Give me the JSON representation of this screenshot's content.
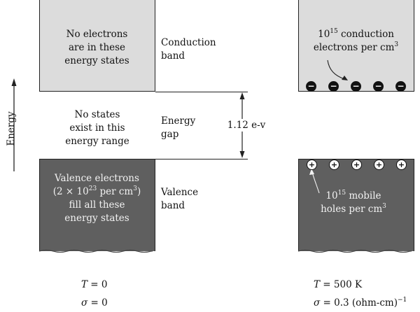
{
  "axis_label": "Energy",
  "left_top_box": {
    "line1": "No electrons",
    "line2": "are in these",
    "line3": "energy states"
  },
  "middle_text": {
    "line1": "No states",
    "line2": "exist in this",
    "line3": "energy range"
  },
  "left_bottom_box": {
    "line1": "Valence electrons",
    "line2_open": "(2 × 10",
    "line2_exp": "23",
    "line2_close": " per cm",
    "line2_exp2": "3",
    "line2_end": ")",
    "line3": "fill all these",
    "line4": "energy states"
  },
  "band_labels": {
    "conduction_1": "Conduction",
    "conduction_2": "band",
    "gap_1": "Energy",
    "gap_2": "gap",
    "valence_1": "Valence",
    "valence_2": "band"
  },
  "gap_value": "1.12 e-v",
  "right_top_box": {
    "line1_base": "10",
    "line1_exp": "15",
    "line1_rest": " conduction",
    "line2": "electrons per cm",
    "line2_exp": "3"
  },
  "right_bottom_box": {
    "line1_base": "10",
    "line1_exp": "15",
    "line1_rest": " mobile",
    "line2": "holes per cm",
    "line2_exp": "3"
  },
  "electron_symbol": "−",
  "hole_symbol": "+",
  "left_conditions": {
    "temp_var": "T",
    "temp_value": " = 0",
    "sigma_var": "σ",
    "sigma_value": " = 0"
  },
  "right_conditions": {
    "temp_var": "T",
    "temp_value": " = 500 K",
    "sigma_var": "σ",
    "sigma_value": " = 0.3 (ohm-cm)",
    "sigma_exp": "−1"
  }
}
